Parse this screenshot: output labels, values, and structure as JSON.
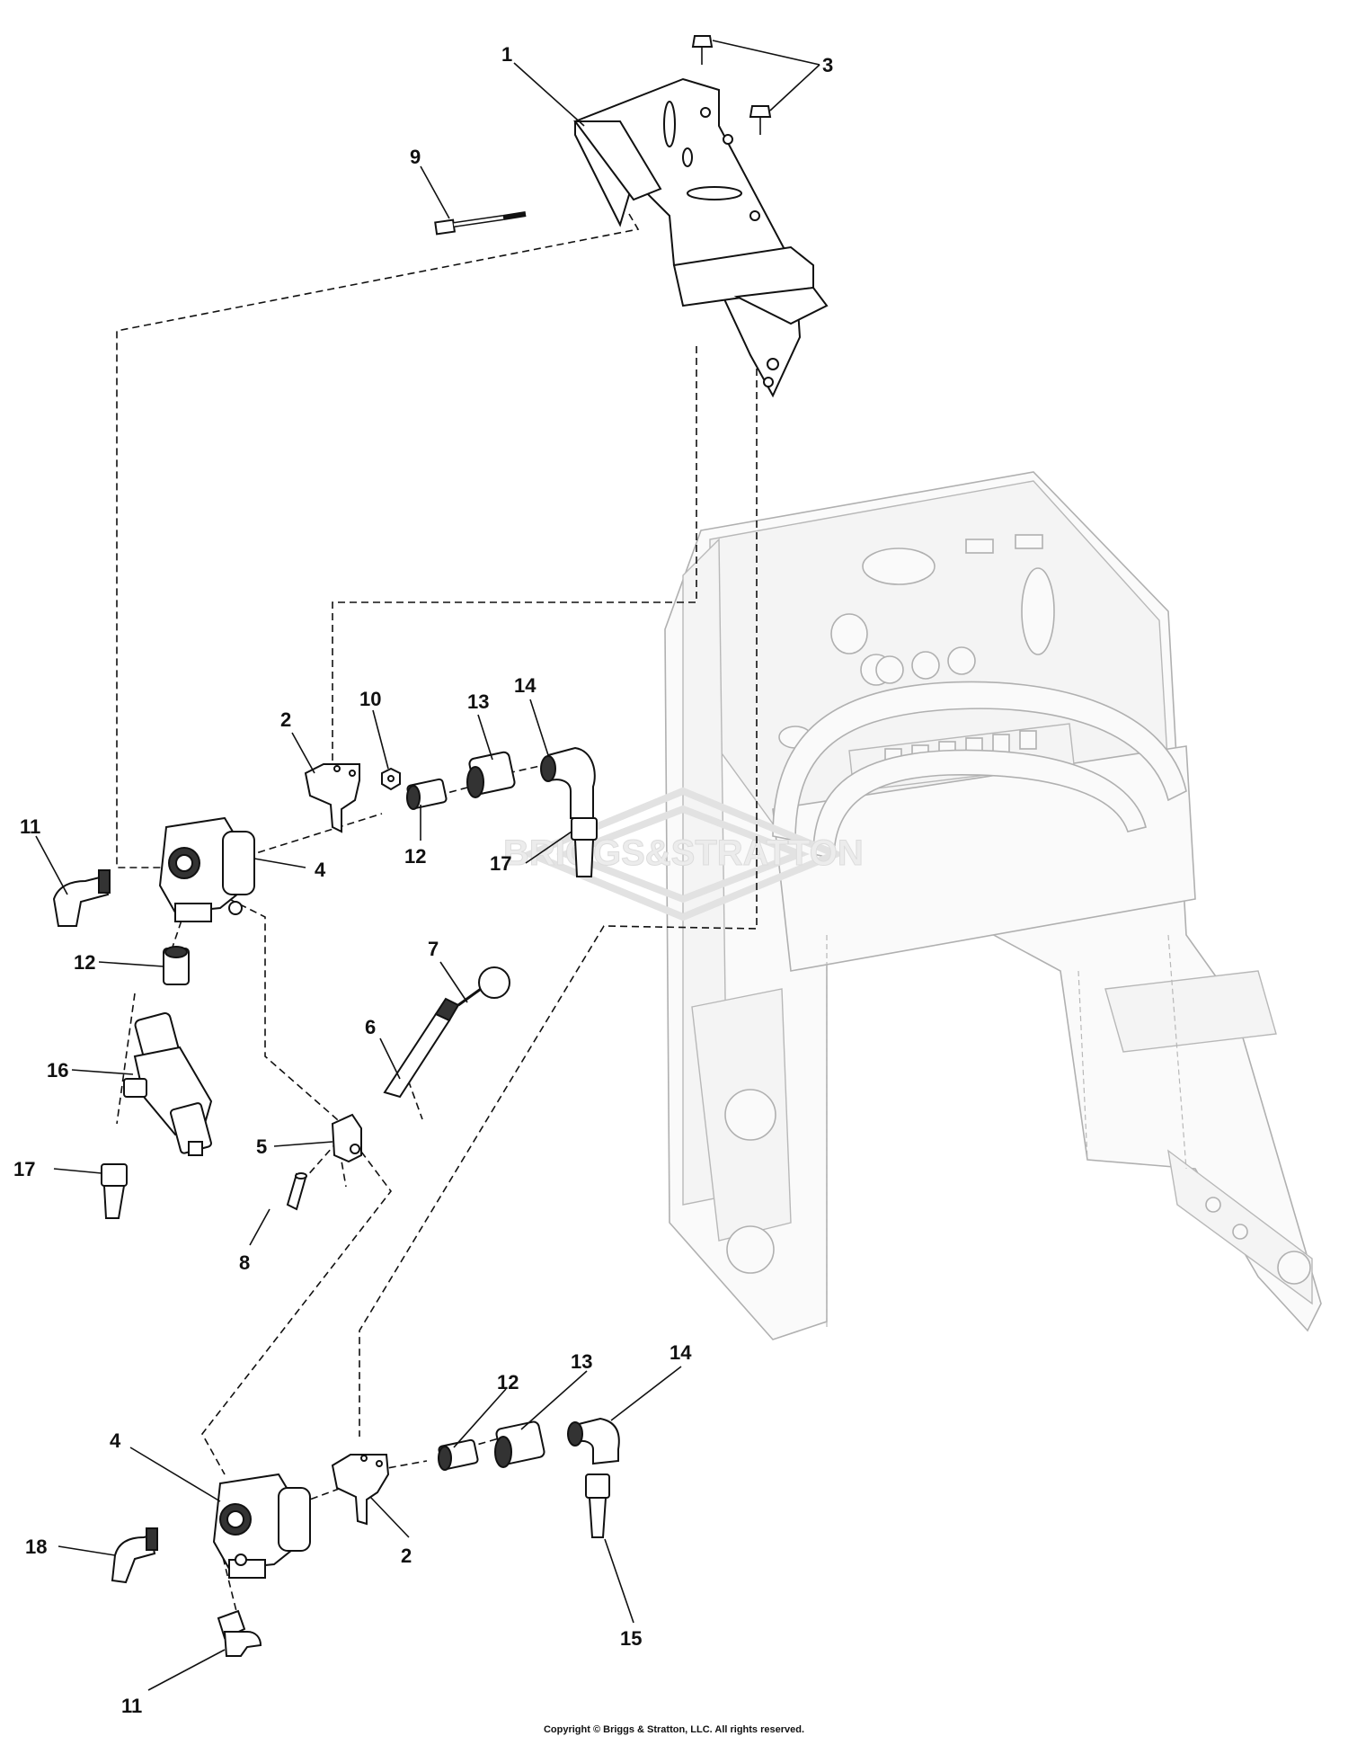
{
  "callouts": [
    {
      "id": "c1",
      "label": "1"
    },
    {
      "id": "c2a",
      "label": "2"
    },
    {
      "id": "c2b",
      "label": "2"
    },
    {
      "id": "c3",
      "label": "3"
    },
    {
      "id": "c4a",
      "label": "4"
    },
    {
      "id": "c4b",
      "label": "4"
    },
    {
      "id": "c5",
      "label": "5"
    },
    {
      "id": "c6",
      "label": "6"
    },
    {
      "id": "c7",
      "label": "7"
    },
    {
      "id": "c8",
      "label": "8"
    },
    {
      "id": "c9",
      "label": "9"
    },
    {
      "id": "c10",
      "label": "10"
    },
    {
      "id": "c11a",
      "label": "11"
    },
    {
      "id": "c11b",
      "label": "11"
    },
    {
      "id": "c12a",
      "label": "12"
    },
    {
      "id": "c12b",
      "label": "12"
    },
    {
      "id": "c12c",
      "label": "12"
    },
    {
      "id": "c13a",
      "label": "13"
    },
    {
      "id": "c13b",
      "label": "13"
    },
    {
      "id": "c14a",
      "label": "14"
    },
    {
      "id": "c14b",
      "label": "14"
    },
    {
      "id": "c15",
      "label": "15"
    },
    {
      "id": "c16",
      "label": "16"
    },
    {
      "id": "c17a",
      "label": "17"
    },
    {
      "id": "c17b",
      "label": "17"
    },
    {
      "id": "c18",
      "label": "18"
    }
  ],
  "watermark": {
    "logo_text": "BRIGGS&STRATTON"
  },
  "footer": {
    "copyright": "Copyright © Briggs & Stratton, LLC. All rights reserved."
  }
}
